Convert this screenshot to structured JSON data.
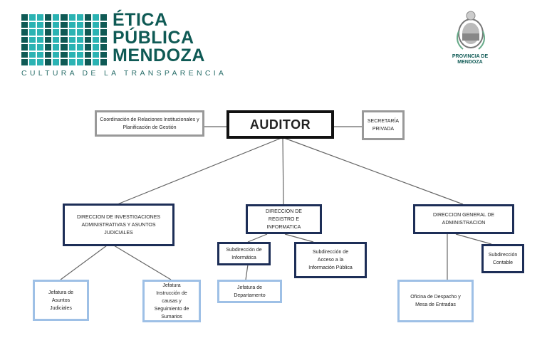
{
  "header": {
    "logo": {
      "line1": "ÉTICA",
      "line2": "PÚBLICA",
      "line3": "MENDOZA",
      "tagline": "CULTURA DE LA TRANSPARENCIA"
    },
    "province": {
      "line1": "PROVINCIA DE",
      "line2": "MENDOZA"
    }
  },
  "colors": {
    "navy": "#1d2e57",
    "light_blue": "#9ec0e6",
    "teal": "#2bb3b3",
    "dark_teal": "#0f5a55"
  },
  "org": {
    "coordinacion": "Coordinación de Relaciones Institucionales y Planificación de Gestión",
    "auditor": "AUDITOR",
    "secretaria": "SECRETARÍA PRIVADA",
    "dir_investigaciones": "DIRECCION DE INVESTIGACIONES ADMINISTRATIVAS Y ASUNTOS JUDICIALES",
    "dir_registro": "DIRECCION DE REGISTRO E INFORMATICA",
    "dir_general": "DIRECCION GENERAL DE ADMINISTRACION",
    "subdir_informatica": "Subdirección de Informática",
    "subdir_acceso": "Subdirección de Acceso a la Información Pública",
    "subdir_contable": "Subdirección Contable",
    "jef_asuntos": "Jefatura de Asuntos Judiciales",
    "jef_instruccion": "Jefatura Instrucción de causas y Seguimiento de Sumarios",
    "jef_departamento": "Jefatura de Departamento",
    "oficina_despacho": "Oficina de Despacho y Mesa de Entradas"
  }
}
